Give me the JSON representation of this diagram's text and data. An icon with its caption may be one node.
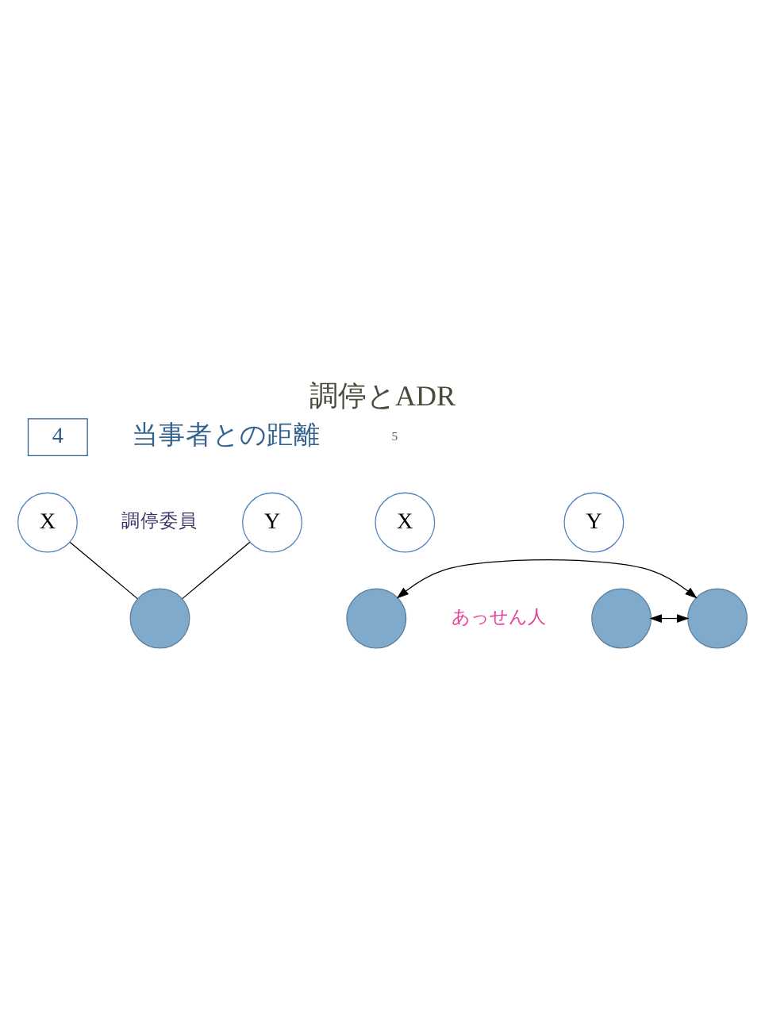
{
  "diagram": {
    "title": "調停とADR",
    "nodes": [
      {
        "text": [
          "4"
        ]
      },
      {
        "text": [
          "X"
        ]
      },
      {
        "text": [
          "Y"
        ]
      },
      {
        "text": [],
        "shape": "circle"
      },
      {
        "text": [
          "X"
        ]
      },
      {
        "text": [
          "Y"
        ]
      },
      {
        "text": [],
        "shape": "circle"
      },
      {
        "text": [],
        "shape": "circle"
      },
      {
        "text": [],
        "shape": "circle"
      }
    ],
    "edges": [
      {
        "from": 1,
        "to": 3,
        "arrow": "none"
      },
      {
        "from": 2,
        "to": 3,
        "arrow": "none"
      },
      {
        "from": 8,
        "to": 6,
        "arrow": "both"
      },
      {
        "from": 8,
        "to": 7,
        "arrow": "both"
      }
    ],
    "labels": [
      "当事者との距離",
      "調停委員",
      "あっせん人",
      "5"
    ]
  }
}
